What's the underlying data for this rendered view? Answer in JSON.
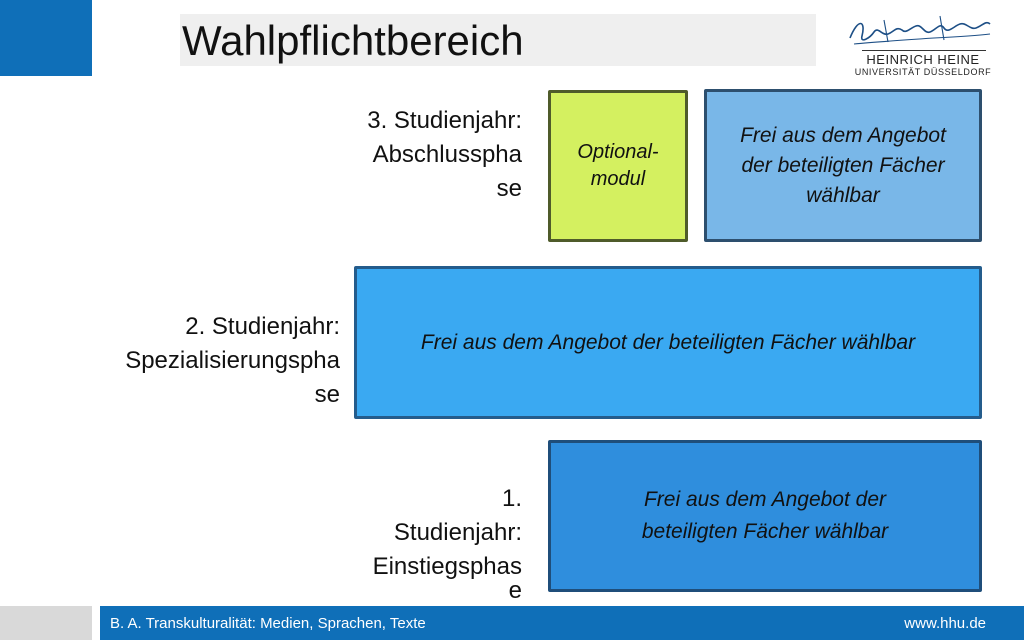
{
  "header": {
    "title": "Wahlpflichtbereich",
    "logo": {
      "line1": "HEINRICH HEINE",
      "line2": "UNIVERSITÄT DÜSSELDORF"
    }
  },
  "years": {
    "third": {
      "label_lines": [
        "3. Studienjahr:",
        "Abschlusspha",
        "se"
      ],
      "optional_lines": [
        "Optional-",
        "modul"
      ],
      "free_lines": [
        "Frei aus dem Angebot",
        "der beteiligten Fächer",
        "wählbar"
      ]
    },
    "second": {
      "label_lines": [
        "2. Studienjahr:",
        "Spezialisierungspha",
        "se"
      ],
      "free_lines": [
        "Frei aus dem Angebot der beteiligten Fächer wählbar"
      ]
    },
    "first": {
      "label_lines": [
        "1.",
        "Studienjahr:",
        "Einstiegsphas",
        "e"
      ],
      "free_lines": [
        "Frei aus dem Angebot der",
        "beteiligten Fächer wählbar"
      ]
    }
  },
  "footer": {
    "left": "B. A. Transkulturalität: Medien, Sprachen, Texte",
    "right": "www.hhu.de"
  },
  "colors": {
    "brand_blue": "#0f6fb8",
    "optional_green": "#d4f060",
    "light_blue": "#79b7e8",
    "mid_blue": "#3aa9f2",
    "dark_blue": "#2f8edd"
  }
}
